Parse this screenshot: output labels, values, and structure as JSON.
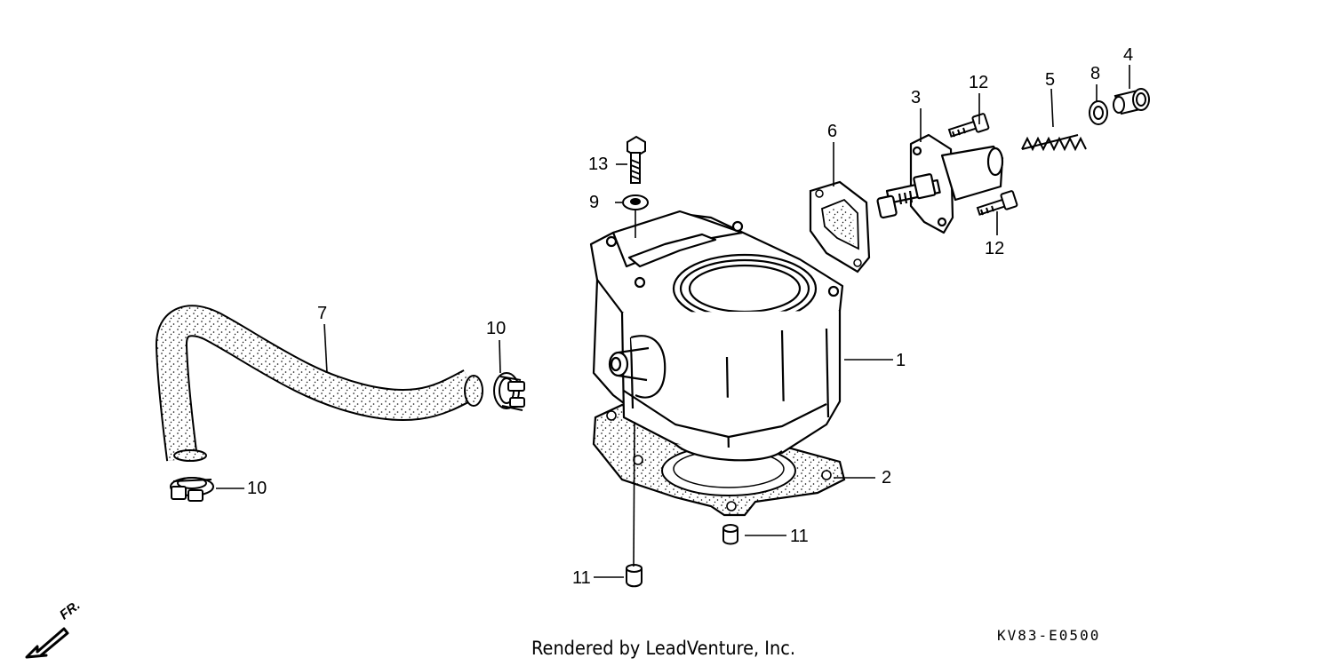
{
  "callouts": {
    "c1": "1",
    "c2": "2",
    "c3": "3",
    "c4": "4",
    "c5": "5",
    "c6": "6",
    "c7": "7",
    "c8": "8",
    "c9": "9",
    "c10a": "10",
    "c10b": "10",
    "c11a": "11",
    "c11b": "11",
    "c12a": "12",
    "c12b": "12",
    "c13": "13"
  },
  "footer": "Rendered by LeadVenture, Inc.",
  "diagram_code": "KV83-E0500",
  "front_label": "FR."
}
